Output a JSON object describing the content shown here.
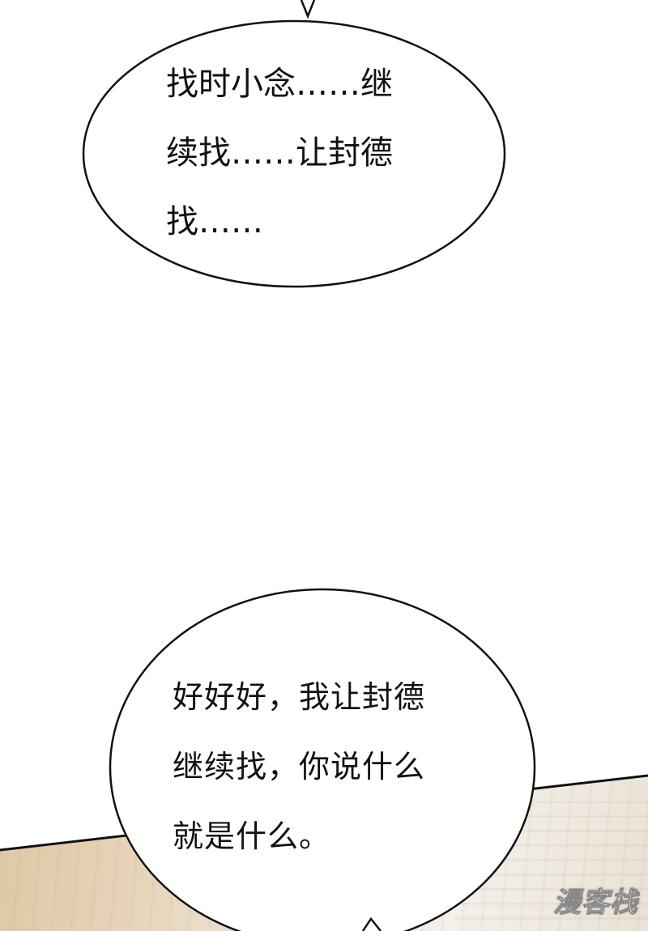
{
  "bubbles": [
    {
      "lines": [
        "找时小念……继",
        "续找……让封德",
        "找……"
      ]
    },
    {
      "lines": [
        "好好好，我让封德",
        "继续找，你说什么",
        "就是什么。"
      ]
    }
  ],
  "watermark": {
    "text": "漫客栈"
  },
  "colors": {
    "ink": "#111111",
    "paper": "#ffffff",
    "scene": "#e6d3b8"
  }
}
